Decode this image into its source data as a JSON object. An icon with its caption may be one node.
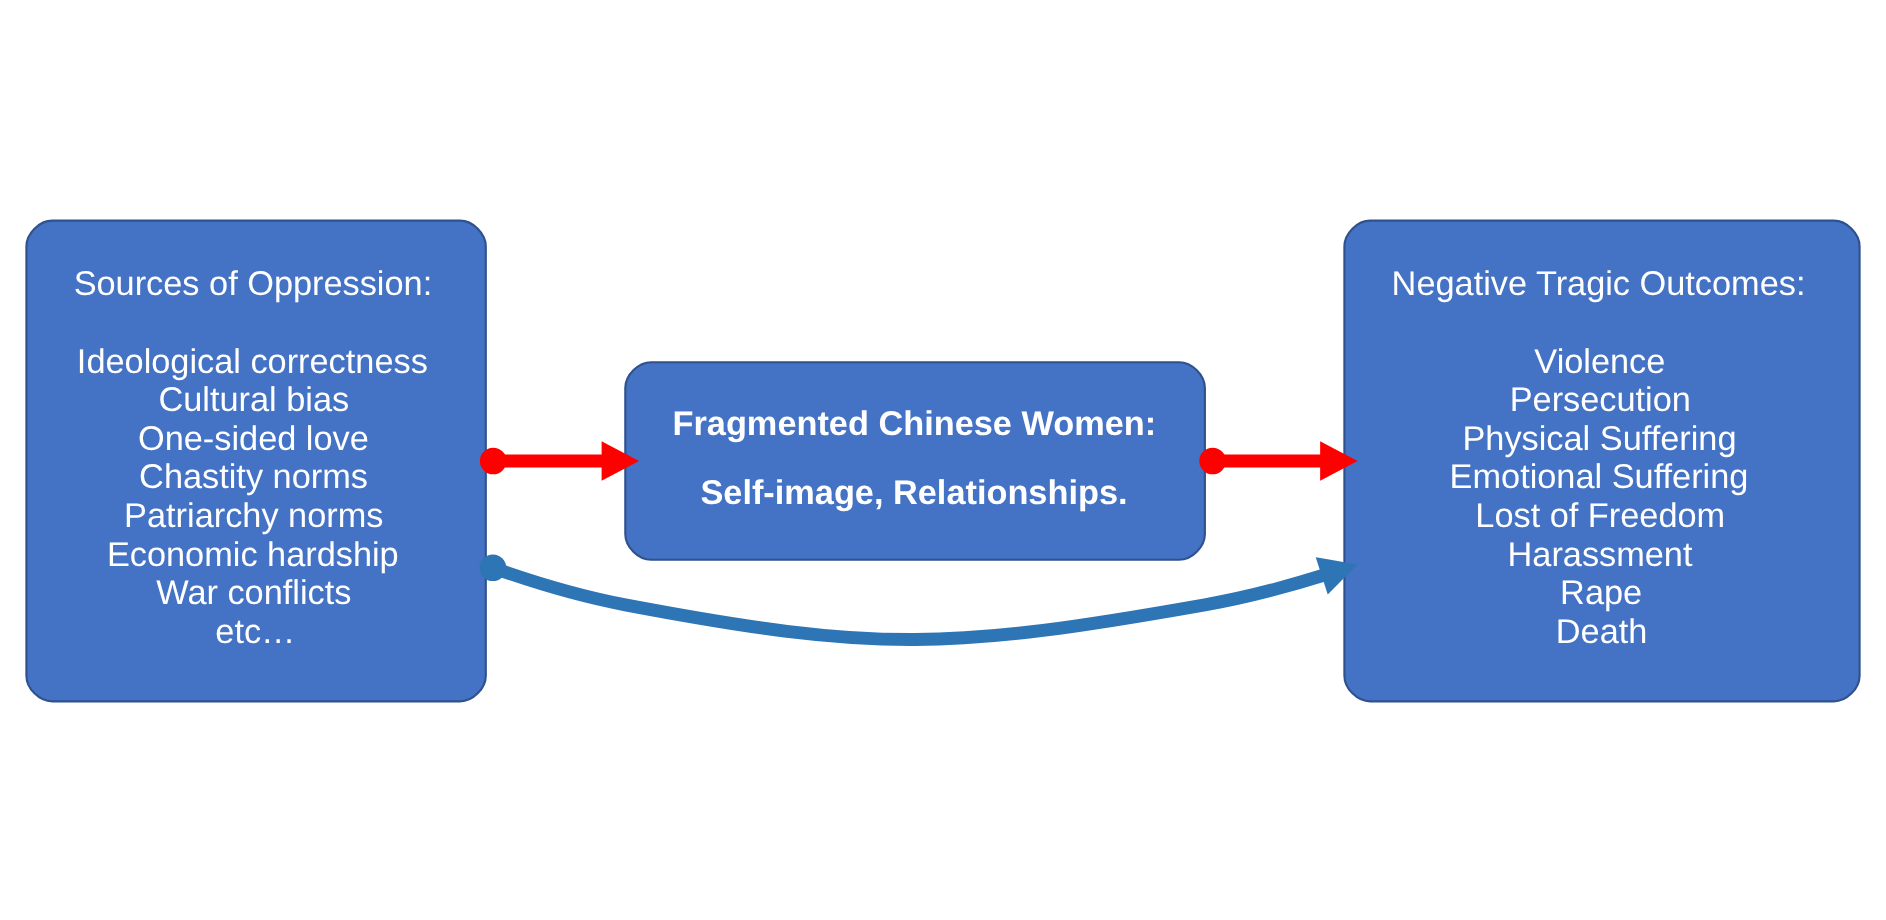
{
  "diagram": {
    "nodes": [
      {
        "text": [
          "Sources of Oppression:",
          "Ideological correctness",
          "Cultural bias",
          "One-sided love",
          "Chastity norms",
          "Patriarchy norms",
          "Economic hardship",
          "War conflicts",
          "etc…"
        ]
      },
      {
        "text": [
          "Fragmented Chinese Women:",
          "Self-image, Relationships."
        ]
      },
      {
        "text": [
          "Negative Tragic Outcomes:",
          "Violence",
          "Persecution",
          "Physical Suffering",
          "Emotional Suffering",
          "Lost of Freedom",
          "Harassment",
          "Rape",
          "Death"
        ]
      }
    ],
    "edges": [
      {
        "from": 0,
        "to": 1,
        "arrow": "to"
      },
      {
        "from": 1,
        "to": 2,
        "arrow": "to"
      },
      {
        "from": 0,
        "to": 2,
        "arrow": "to",
        "color": "#2e75b6"
      }
    ]
  }
}
